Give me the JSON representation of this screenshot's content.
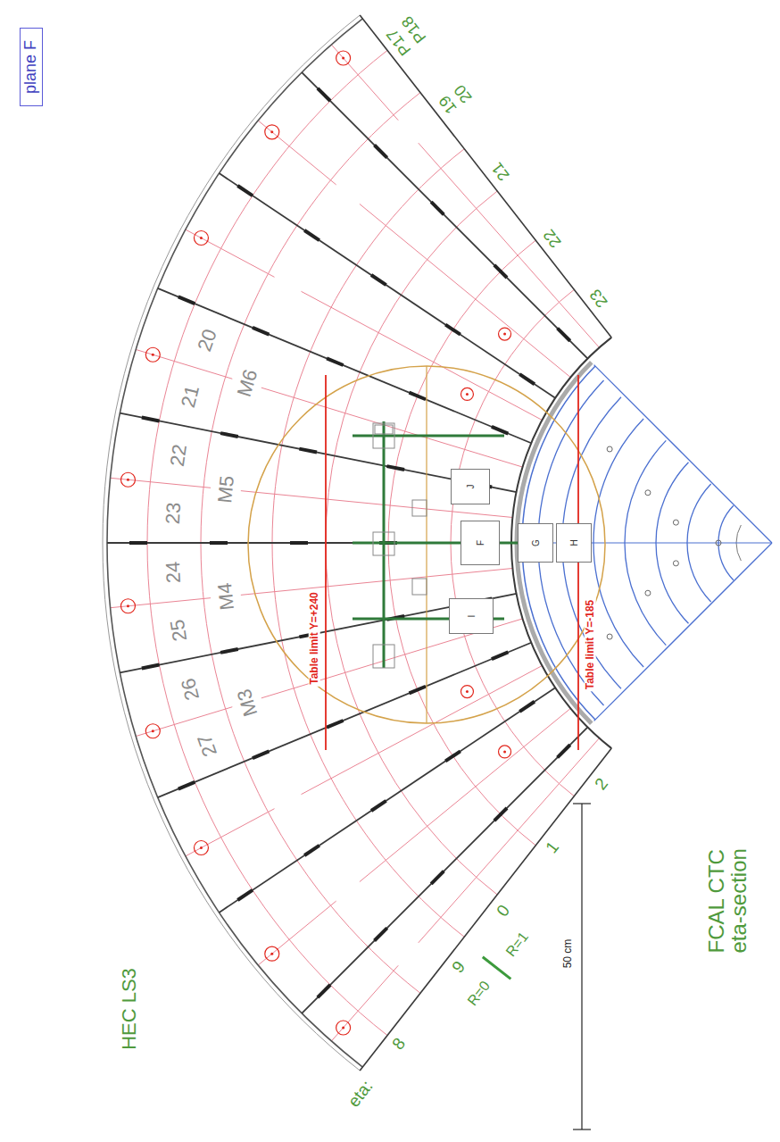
{
  "diagram": {
    "nodes": [
      {
        "text": [
          "plane F"
        ]
      },
      {
        "text": [
          "J"
        ]
      },
      {
        "text": [
          "F"
        ]
      },
      {
        "text": [
          "G"
        ]
      },
      {
        "text": [
          "H"
        ]
      },
      {
        "text": [
          "I"
        ]
      }
    ],
    "labels": [
      "P17",
      "P18",
      "19",
      "20",
      "21",
      "22",
      "23",
      "eta:",
      "8",
      "9",
      "0",
      "1",
      "2",
      "R=0",
      "R=1",
      "HEC LS3",
      "FCAL CTC eta-section",
      "20",
      "21",
      "M6",
      "22",
      "23",
      "M5",
      "24",
      "25",
      "M4",
      "26",
      "27",
      "M3",
      "Table limit Y=+240",
      "Table limit Y=-185",
      "50 cm"
    ]
  }
}
